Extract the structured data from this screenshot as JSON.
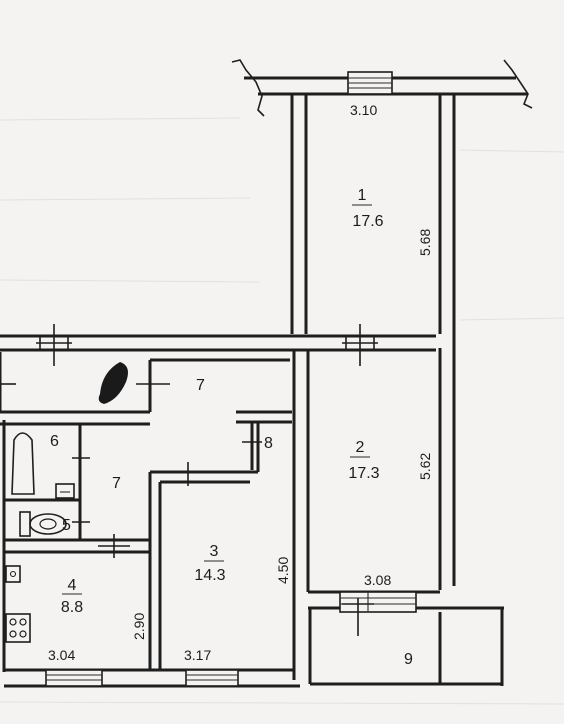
{
  "rooms": [
    {
      "number": "1",
      "area": "17.6"
    },
    {
      "number": "2",
      "area": "17.3"
    },
    {
      "number": "3",
      "area": "14.3"
    },
    {
      "number": "4",
      "area": "8.8"
    }
  ],
  "unlabeled_rooms": {
    "bathroom": "6",
    "toilet": "5",
    "corridor_upper": "7",
    "corridor_lower": "7",
    "closet": "8",
    "balcony": "9"
  },
  "dimensions": {
    "room1_width": "3.10",
    "room1_length": "5.68",
    "room2_length": "5.62",
    "room2_width": "3.08",
    "room3_length": "4.50",
    "room3_width": "3.17",
    "room4_length": "2.90",
    "room4_width": "3.04"
  },
  "colors": {
    "wall": "#1e1e1e",
    "paper": "#f4f3f1"
  }
}
